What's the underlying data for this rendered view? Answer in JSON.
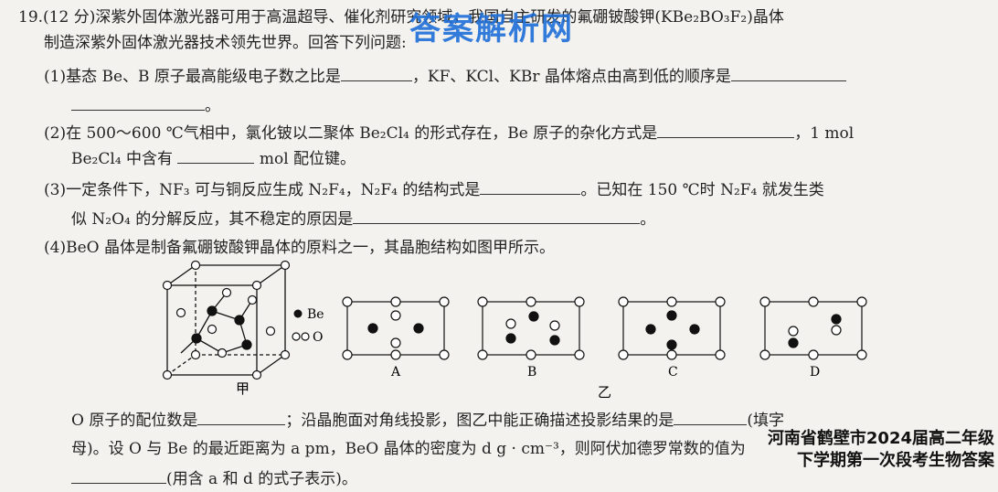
{
  "question": {
    "l1": "19.(12 分)深紫外固体激光器可用于高温超导、催化剂研究领域，我国自主研发的氟硼铍酸钾(KBe₂BO₃F₂)晶体",
    "l2": "制造深紫外固体激光器技术领先世界。回答下列问题:",
    "l3a": "(1)基态 Be、B 原子最高能级电子数之比是",
    "l3b": "，KF、KCl、KBr 晶体熔点由高到低的顺序是",
    "l4": "。",
    "l5a": "(2)在 500～600 ℃气相中，氯化铍以二聚体 Be₂Cl₄ 的形式存在，Be 原子的杂化方式是",
    "l5b": "，1 mol",
    "l6a": "Be₂Cl₄ 中含有",
    "l6b": "mol 配位键。",
    "l7a": "(3)一定条件下，NF₃ 可与铜反应生成 N₂F₄，N₂F₄ 的结构式是",
    "l7b": "。已知在 150 ℃时 N₂F₄ 就发生类",
    "l8a": "似 N₂O₄ 的分解反应，其不稳定的原因是",
    "l8b": "。",
    "l9": "(4)BeO 晶体是制备氟硼铍酸钾晶体的原料之一，其晶胞结构如图甲所示。",
    "l10a": "O 原子的配位数是",
    "l10b": "；沿晶胞面对角线投影，图乙中能正确描述投影结果的是",
    "l10c": "(填字",
    "l11": "母)。设 O 与 Be 的最近距离为 a pm，BeO 晶体的密度为 d g · cm⁻³，则阿伏加德罗常数的值为",
    "l12": "(用含 a 和 d 的式子表示)。"
  },
  "figure": {
    "legend_be": "Be",
    "legend_o": "O",
    "caption_jia": "甲",
    "caption_yi": "乙",
    "labels": [
      "A",
      "B",
      "C",
      "D"
    ]
  },
  "watermark": "答案解析网",
  "corner": {
    "line1": "河南省鹤壁市2024届高二年级",
    "line2": "下学期第一次段考生物答案"
  }
}
